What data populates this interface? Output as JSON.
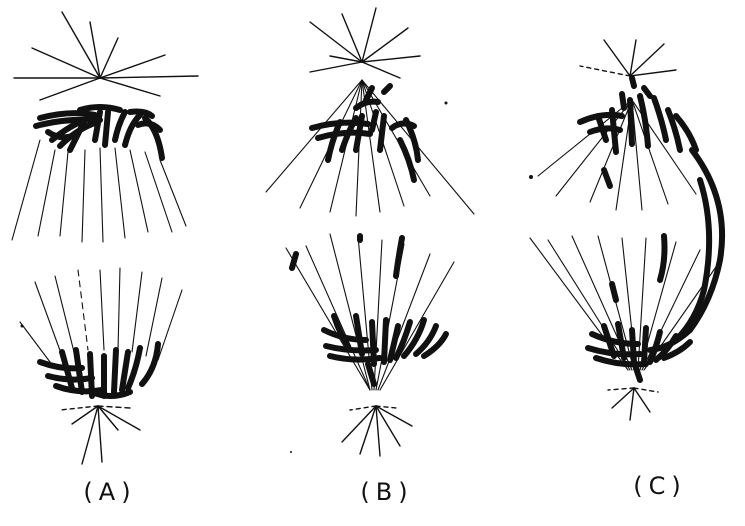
{
  "figure": {
    "panels": [
      {
        "label": "(A)"
      },
      {
        "label": "(B)"
      },
      {
        "label": "(C)"
      }
    ],
    "colors": {
      "ink": "#111111",
      "background": "#ffffff"
    }
  }
}
